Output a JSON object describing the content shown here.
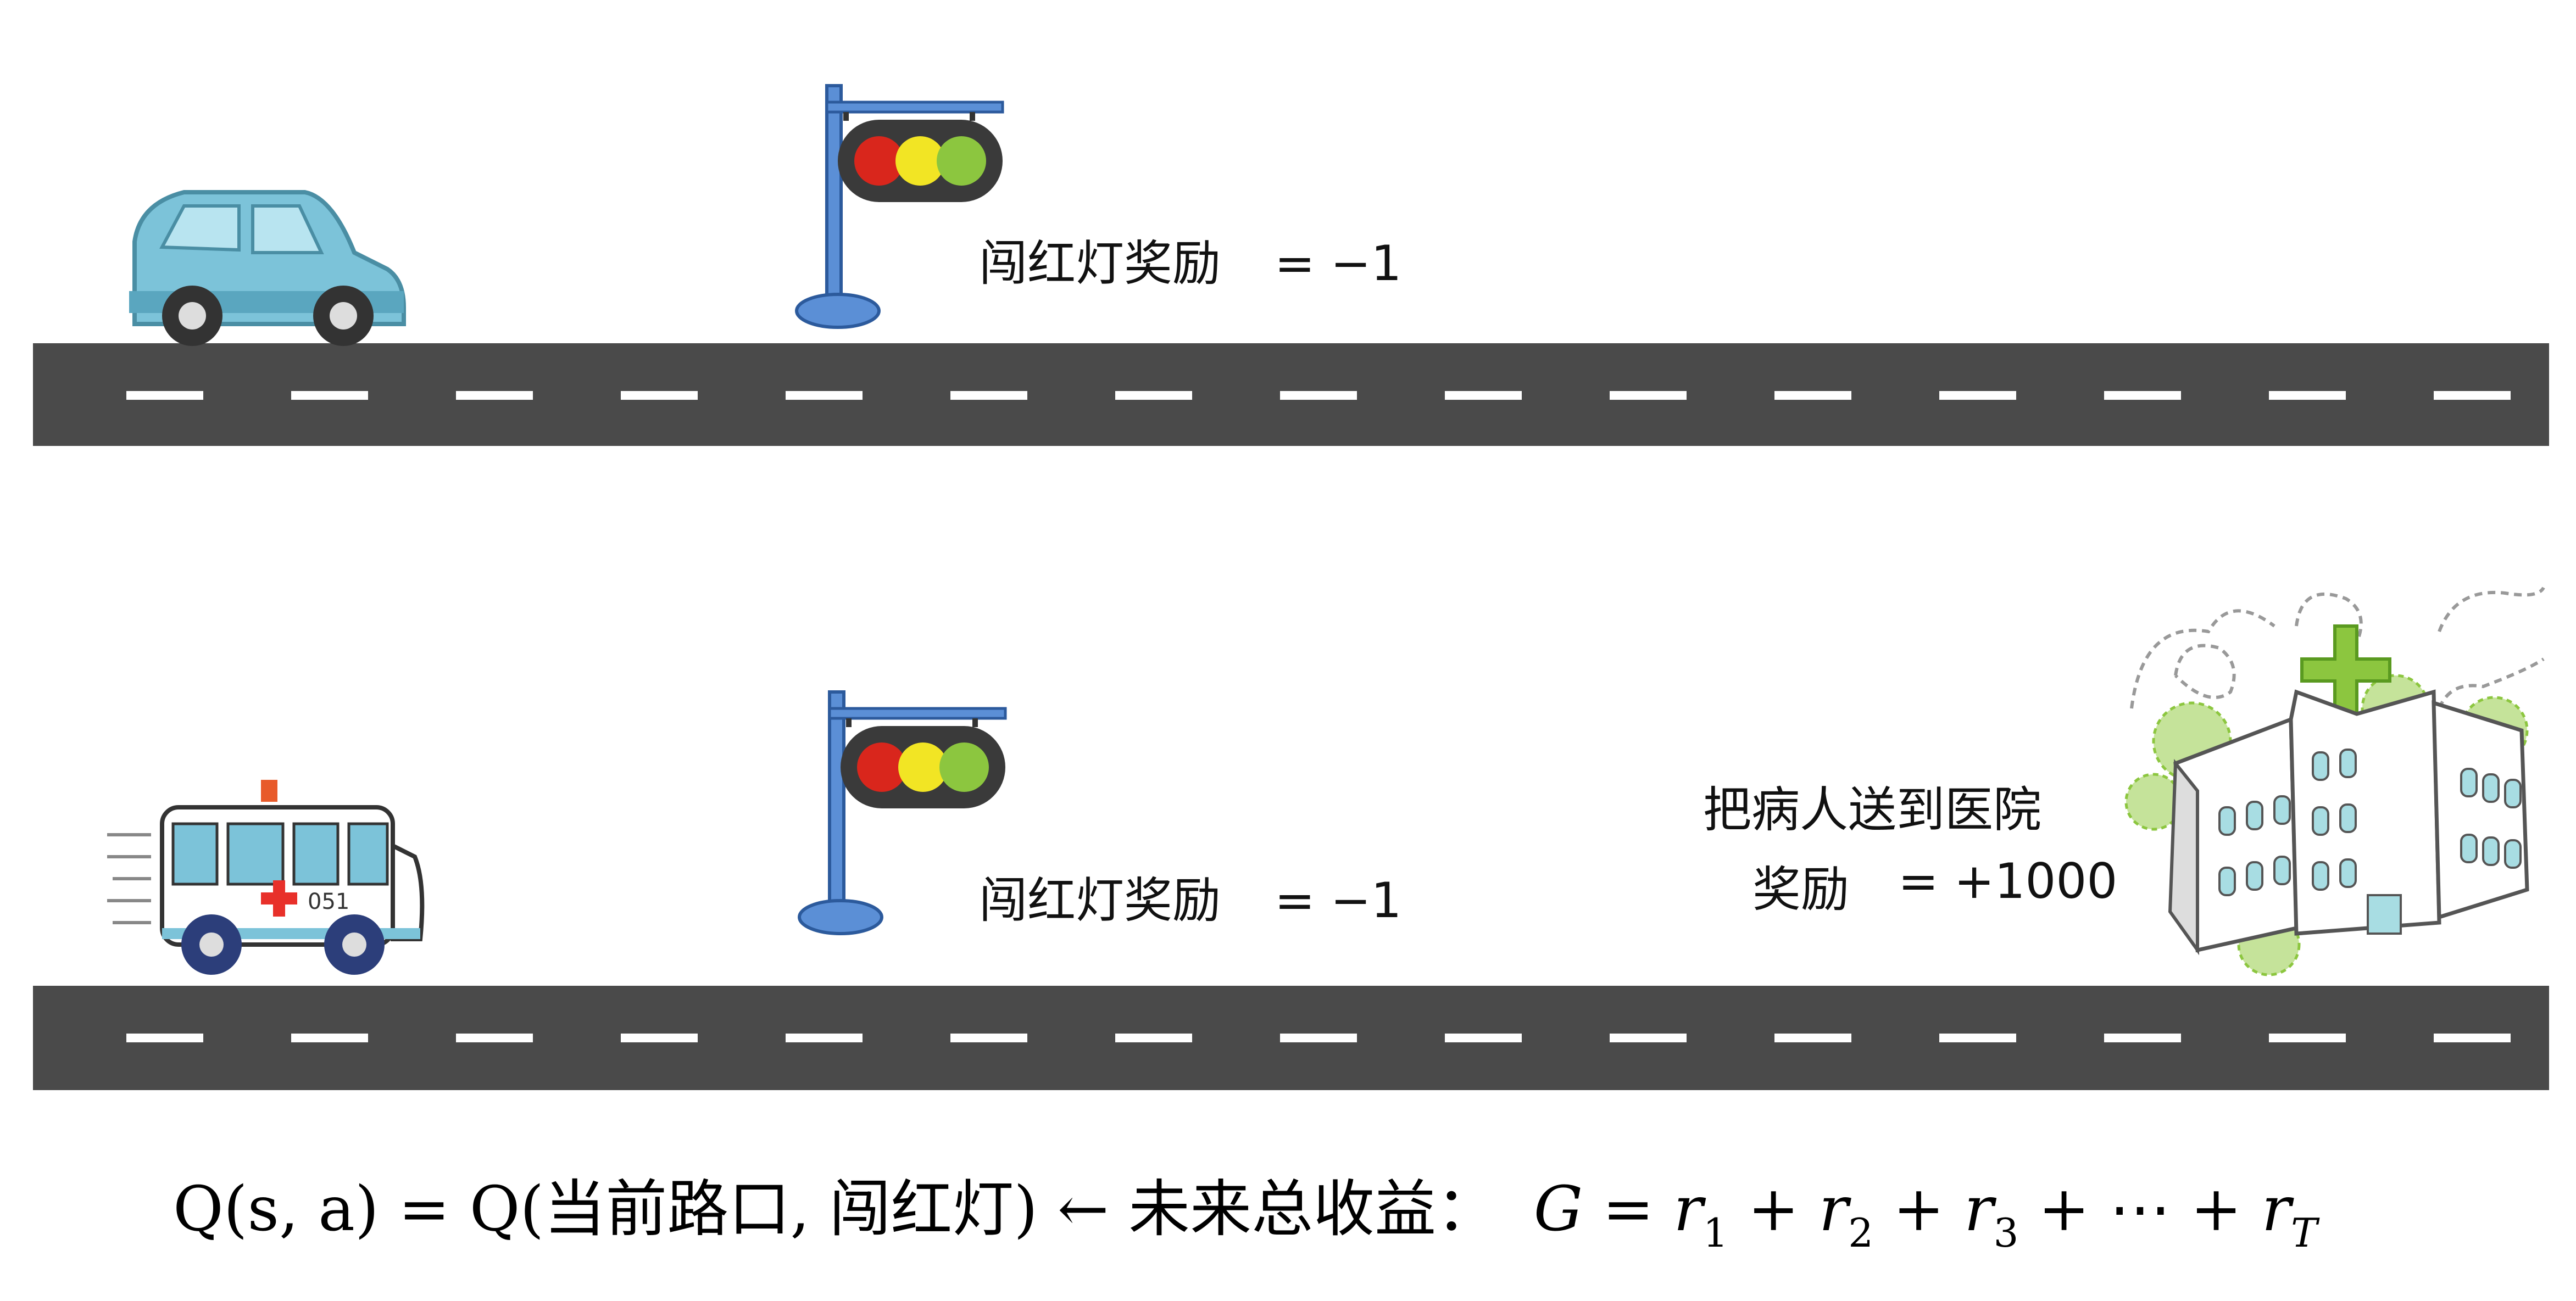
{
  "scene1": {
    "penalty_label": "闯红灯奖励",
    "penalty_value": "= −1"
  },
  "scene2": {
    "penalty_label": "闯红灯奖励",
    "penalty_value": "= −1",
    "goal_label": "把病人送到医院",
    "reward_label": "奖励",
    "reward_value": "= +1000",
    "ambulance_number": "051"
  },
  "formula": {
    "lhs": "Q(s, a) = Q(当前路口, 闯红灯) ← 未来总收益：",
    "rhs_prefix": "G = r",
    "terms": [
      "1",
      "2",
      "3",
      "T"
    ],
    "ellipsis": "⋯"
  },
  "colors": {
    "road": "#4a4a4a",
    "lane_dash": "#ffffff",
    "pole": "#5b8fd6",
    "car": "#7cc3d9",
    "hospital_green": "#8cc63f",
    "red_light": "#d9261c",
    "yellow_light": "#f2e524",
    "green_light": "#8cc63f"
  }
}
